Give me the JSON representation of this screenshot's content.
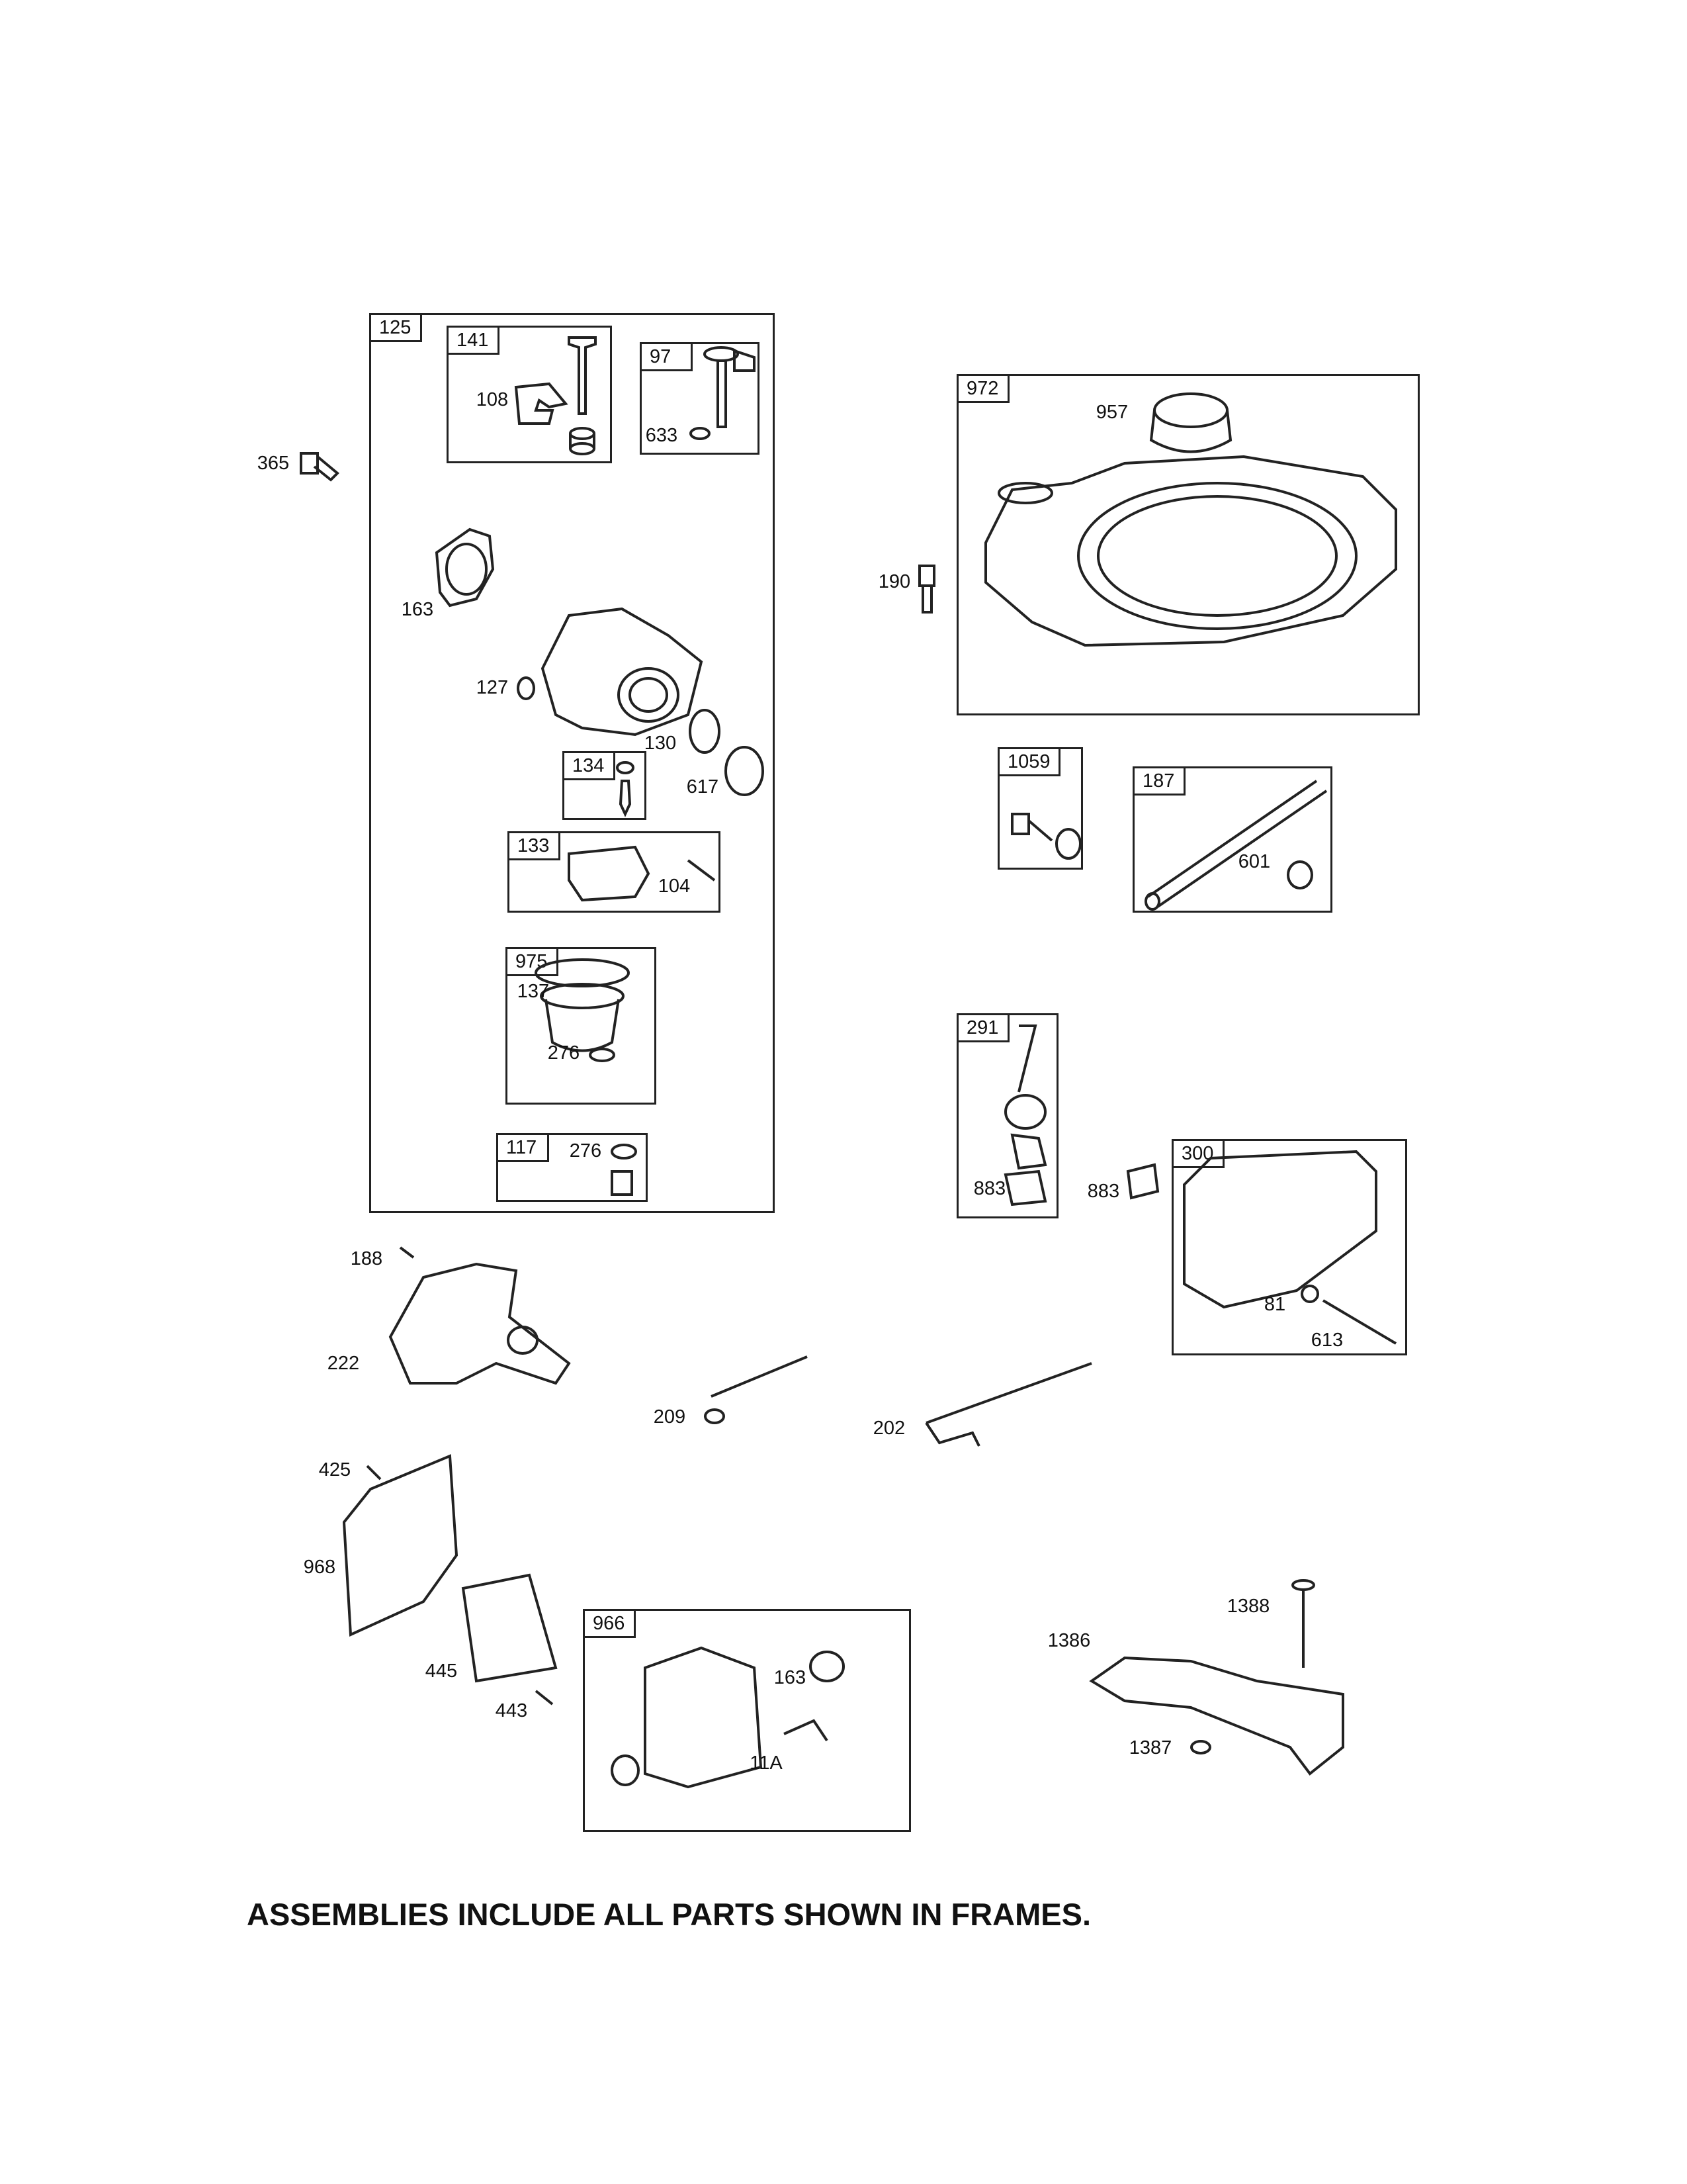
{
  "frames": {
    "f125": "125",
    "f141": "141",
    "f97": "97",
    "f972": "972",
    "f134": "134",
    "f133": "133",
    "f975": "975",
    "f117": "117",
    "f1059": "1059",
    "f187": "187",
    "f291": "291",
    "f300": "300",
    "f966": "966"
  },
  "labels": {
    "p365": "365",
    "p108": "108",
    "p633": "633",
    "p163a": "163",
    "p127": "127",
    "p130": "130",
    "p617": "617",
    "p104": "104",
    "p137": "137",
    "p276a": "276",
    "p276b": "276",
    "p957": "957",
    "p190": "190",
    "p601": "601",
    "p883a": "883",
    "p883b": "883",
    "p81": "81",
    "p613": "613",
    "p188": "188",
    "p222": "222",
    "p209": "209",
    "p202": "202",
    "p425": "425",
    "p968": "968",
    "p445": "445",
    "p443": "443",
    "p163b": "163",
    "p11A": "11A",
    "p1388": "1388",
    "p1386": "1386",
    "p1387": "1387"
  },
  "footer_note": "ASSEMBLIES INCLUDE ALL PARTS SHOWN IN FRAMES."
}
